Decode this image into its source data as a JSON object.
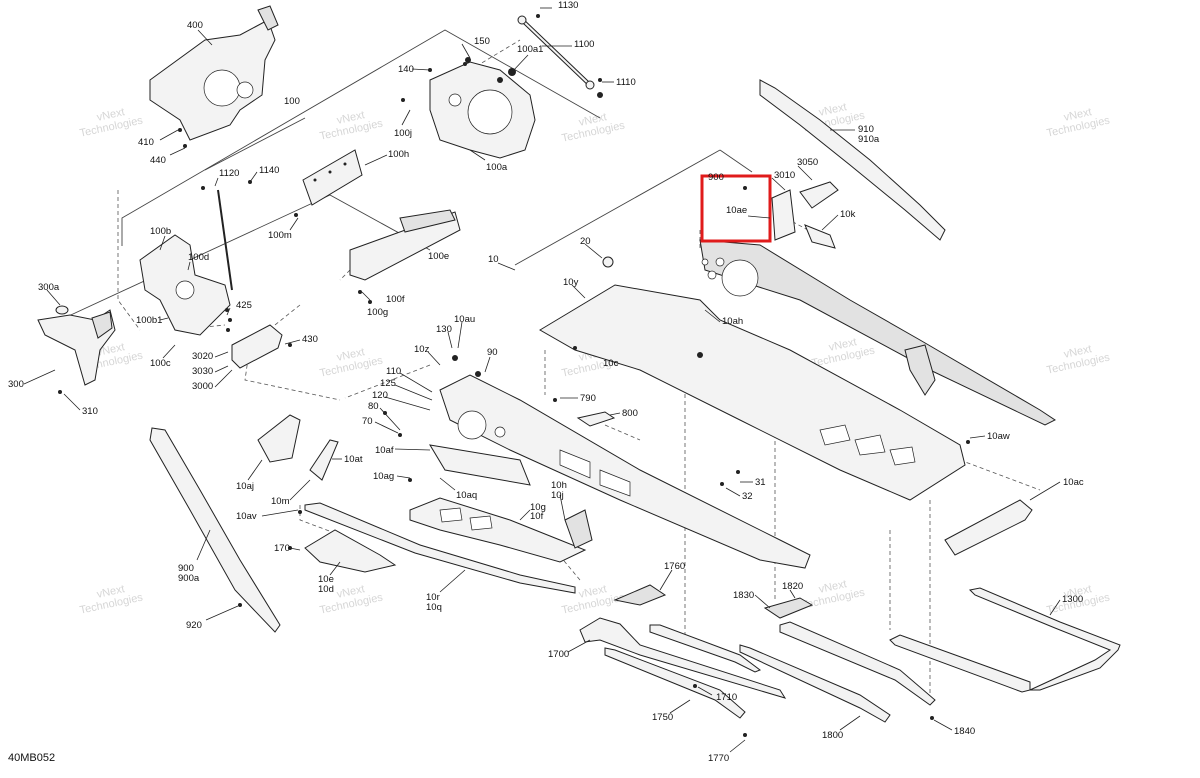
{
  "diagram_code": "40MB052",
  "highlight_label": "10ae",
  "watermark": [
    "vNext",
    "Technologies"
  ],
  "labels": {
    "l400": "400",
    "l410": "410",
    "l440": "440",
    "l100": "100",
    "l1130": "1130",
    "l150": "150",
    "l100a1": "100a1",
    "l1100": "1100",
    "l140": "140",
    "l1110": "1110",
    "l100j": "100j",
    "l100a": "100a",
    "l910": "910",
    "l910a": "910a",
    "l3050": "3050",
    "l3010": "3010",
    "l900t": "900",
    "l10k": "10k",
    "l1120": "1120",
    "l1140": "1140",
    "l100h": "100h",
    "l100m": "100m",
    "l100b": "100b",
    "l100d": "100d",
    "l20": "20",
    "l10": "10",
    "l100e": "100e",
    "l100f": "100f",
    "l100g": "100g",
    "l300a": "300a",
    "l425": "425",
    "l10y": "10y",
    "l100b1": "100b1",
    "l100c": "100c",
    "l3020": "3020",
    "l430": "430",
    "l3030": "3030",
    "l3000": "3000",
    "l300": "300",
    "l310": "310",
    "l10ah": "10ah",
    "l130": "130",
    "l10au": "10au",
    "l10z": "10z",
    "l90": "90",
    "l10c": "10c",
    "l110": "110",
    "l125": "125",
    "l120": "120",
    "l80": "80",
    "l70": "70",
    "l790": "790",
    "l800": "800",
    "l10aw": "10aw",
    "l10af": "10af",
    "l10at": "10at",
    "l10aj": "10aj",
    "l10ag": "10ag",
    "l10aq": "10aq",
    "l31": "31",
    "l32": "32",
    "l10ac": "10ac",
    "l10m": "10m",
    "l10av": "10av",
    "l10h": "10h",
    "l10j": "10j",
    "l10g": "10g",
    "l10f": "10f",
    "l170": "170",
    "l900": "900",
    "l900a": "900a",
    "l10e": "10e",
    "l10d": "10d",
    "l10r": "10r",
    "l10q": "10q",
    "l1760": "1760",
    "l1820": "1820",
    "l1830": "1830",
    "l1300": "1300",
    "l920": "920",
    "l1700": "1700",
    "l1710": "1710",
    "l1750": "1750",
    "l1800": "1800",
    "l1840": "1840",
    "l1770": "1770"
  }
}
